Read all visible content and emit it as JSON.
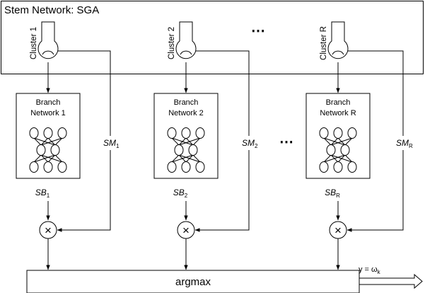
{
  "stem": {
    "title": "Stem Network: SGA"
  },
  "ellipsis": "⋯",
  "columns": [
    {
      "cluster": "Cluster 1",
      "branch_line1": "Branch",
      "branch_line2": "Network 1",
      "sb_main": "SB",
      "sb_sub": "1",
      "sm_main": "SM",
      "sm_sub": "1",
      "multiply": "×"
    },
    {
      "cluster": "Cluster 2",
      "branch_line1": "Branch",
      "branch_line2": "Network 2",
      "sb_main": "SB",
      "sb_sub": "2",
      "sm_main": "SM",
      "sm_sub": "2",
      "multiply": "×"
    },
    {
      "cluster": "Cluster R",
      "branch_line1": "Branch",
      "branch_line2": "Network R",
      "sb_main": "SB",
      "sb_sub": "R",
      "sm_main": "SM",
      "sm_sub": "R",
      "multiply": "×"
    }
  ],
  "argmax": {
    "label": "argmax"
  },
  "output": {
    "main": "y = ω",
    "sub": "k"
  }
}
